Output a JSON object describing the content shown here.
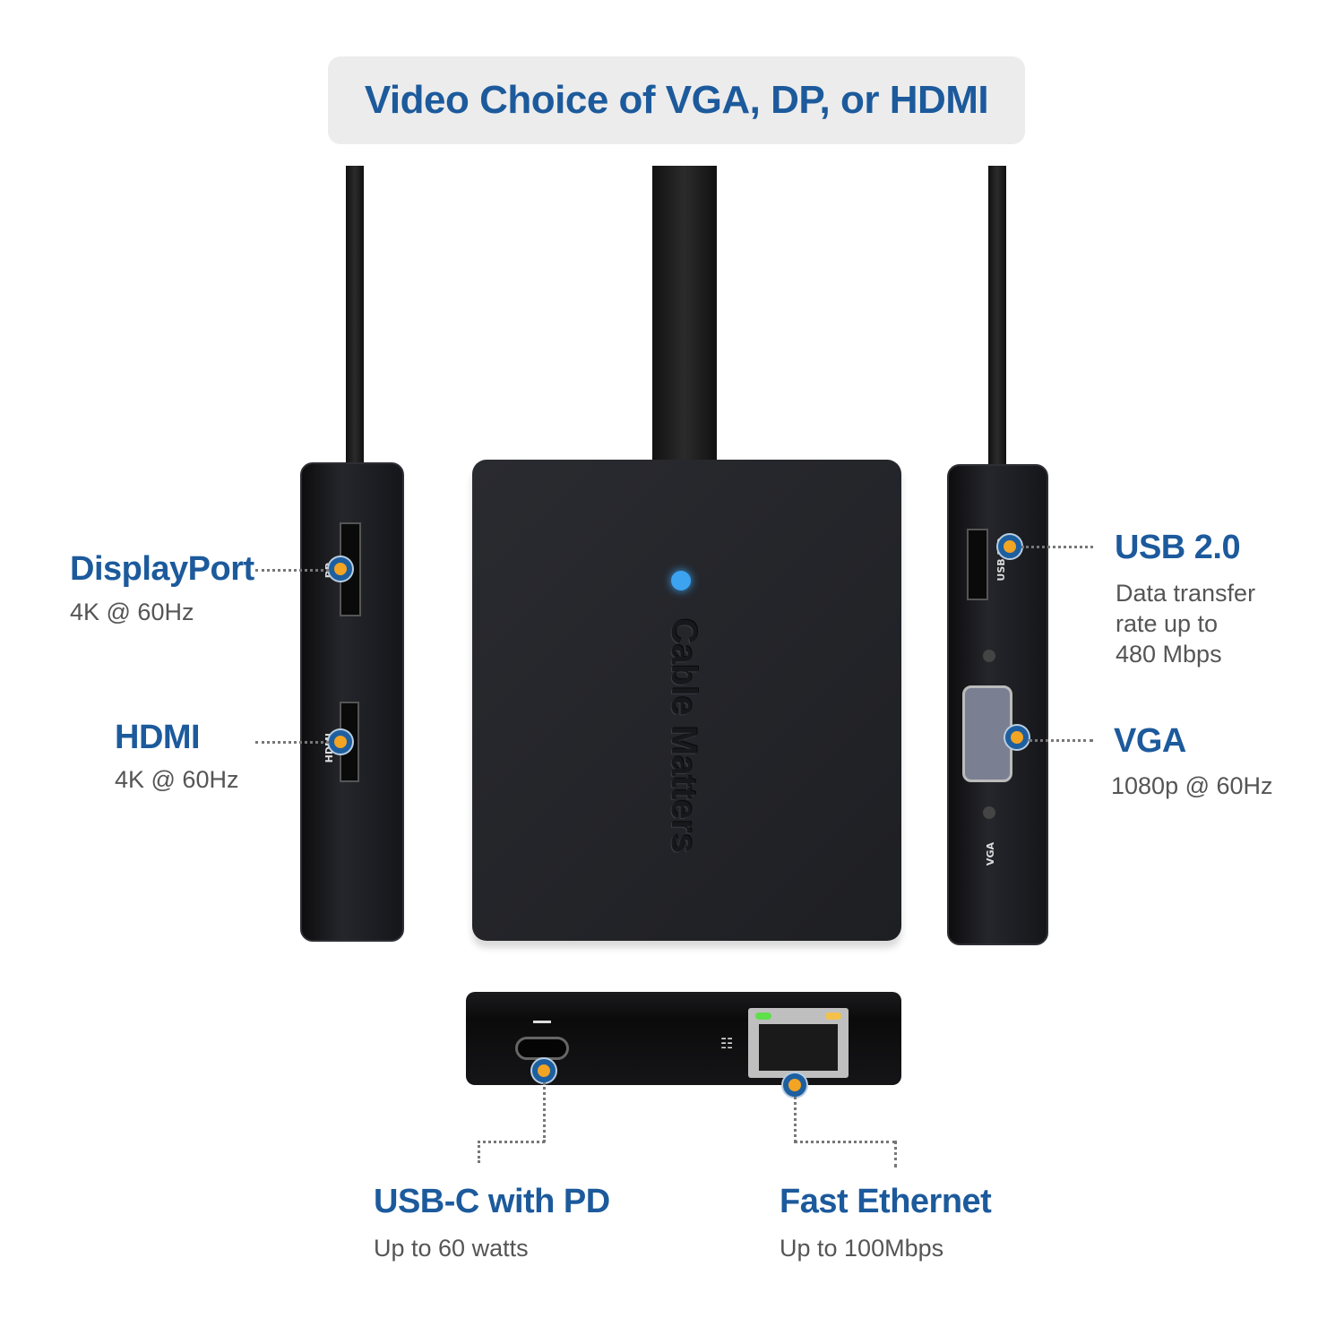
{
  "title": "Video Choice of VGA, DP, or HDMI",
  "brand": "Cable Matters",
  "port_labels": {
    "dp": "DP",
    "hdmi": "HDMI",
    "usb": "USB 2.0",
    "vga": "VGA"
  },
  "callouts": {
    "displayport": {
      "label": "DisplayPort",
      "desc": "4K @ 60Hz"
    },
    "hdmi": {
      "label": "HDMI",
      "desc": "4K @ 60Hz"
    },
    "usb": {
      "label": "USB 2.0",
      "desc": [
        "Data transfer",
        "rate up to",
        "480 Mbps"
      ]
    },
    "vga": {
      "label": "VGA",
      "desc": "1080p @ 60Hz"
    },
    "usbc": {
      "label": "USB-C with PD",
      "desc": "Up to 60 watts"
    },
    "ethernet": {
      "label": "Fast Ethernet",
      "desc": "Up to 100Mbps"
    }
  },
  "colors": {
    "accent": "#1c5a9c",
    "marker": "#f3a423"
  }
}
